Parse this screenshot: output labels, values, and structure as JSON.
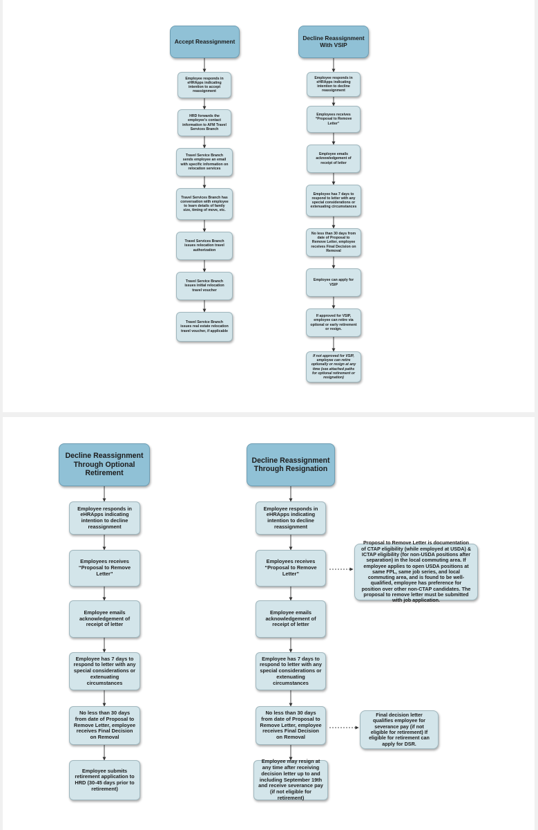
{
  "top": {
    "accept": {
      "header": "Accept Reassignment",
      "steps": [
        "Employee responds in eHRApps indicating intention to accept reassignment",
        "HRD forwards the employee's contact information to AFM Travel Services Branch",
        "Travel Service Branch sends employee an email with specific information on relocation services",
        "Travel Services Branch has conversation with employee to learn details of family size, timing of move, etc.",
        "Travel Services Branch issues relocation travel authorization",
        "Travel Service Branch issues initial relocation travel voucher",
        "Travel Service Branch issues real estate relocation travel voucher, if applicable"
      ]
    },
    "vsip": {
      "header": "Decline Reassignment With VSIP",
      "steps": [
        "Employee responds in eHRApps indicating intention to decline reassignment",
        "Employees receives “Proposal to Remove Letter”",
        "Employee emails acknowledgement of receipt of letter",
        "Employee has 7 days to respond to letter with any special considerations or extenuating circumstances",
        "No less than 30 days from date of Proposal to Remove Letter, employee receives Final Decision on Removal",
        "Employee can apply for VSIP",
        "If approved for VSIP, employee can retire via optional or early retirement or resign.",
        "If not approved for VSIP, employee can retire optionally or resign at any time (see attached paths for optional retirement or resignation)"
      ]
    }
  },
  "bottom": {
    "retirement": {
      "header": "Decline Reassignment Through Optional Retirement",
      "steps": [
        "Employee responds in eHRApps indicating intention to decline reassignment",
        "Employees receives “Proposal to Remove Letter”",
        "Employee emails acknowledgement of receipt of letter",
        "Employee has 7 days to respond to letter with any special considerations or extenuating circumstances",
        "No less than 30 days from date of Proposal to Remove Letter, employee receives Final Decision on Removal",
        "Employee submits retirement application to HRD (30-45 days prior to retirement)"
      ]
    },
    "resignation": {
      "header": "Decline Reassignment Through Resignation",
      "steps": [
        "Employee responds in eHRApps indicating intention to decline reassignment",
        "Employees receives “Proposal to Remove Letter”",
        "Employee emails acknowledgement of receipt of letter",
        "Employee has 7 days to respond to letter with any special considerations or extenuating circumstances",
        "No less than 30 days from date of Proposal to Remove Letter, employee receives Final Decision on Removal",
        "Employee may resign at any time after receiving decision letter up to and including September 19th and receive severance pay (if not eligible for retirement)"
      ],
      "notes": {
        "proposal": "Proposal to Remove Letter is documentation of CTAP eligibility (while employed at USDA) & ICTAP eligibility (for non-USDA positions after separation) in the local commuting area. If employee applies to open USDA positions at same FPL, same job series, and local commuting area, and is found to be well-qualified, employee has preference for position over other non-CTAP candidates. The proposal to remove letter must be submitted with job application.",
        "final_decision": "Final decision letter qualifies employee for severance pay (if not eligible for retirement) If eligible for retirement can apply for DSR."
      }
    }
  }
}
